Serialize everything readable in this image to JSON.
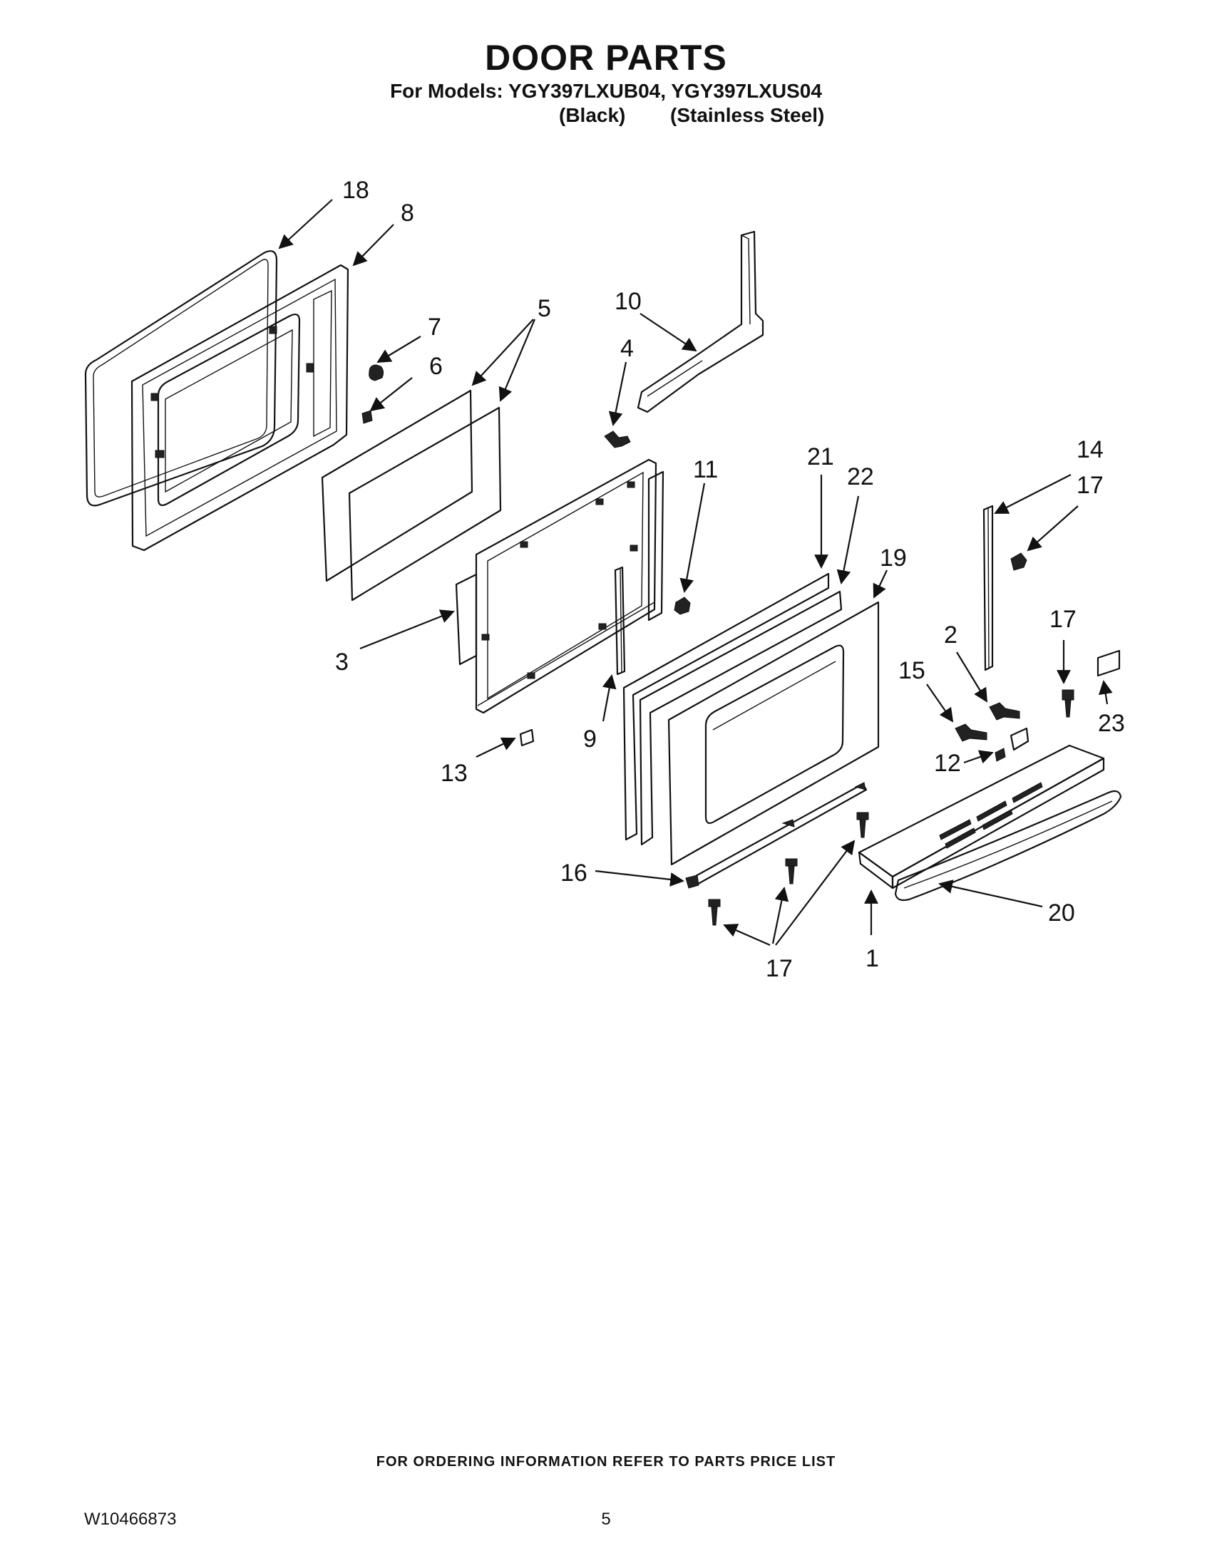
{
  "header": {
    "title": "DOOR PARTS",
    "models_line": "For Models: YGY397LXUB04, YGY397LXUS04",
    "variant_black": "(Black)",
    "variant_stainless": "(Stainless Steel)"
  },
  "callouts": [
    "18",
    "8",
    "7",
    "6",
    "5",
    "10",
    "4",
    "11",
    "21",
    "22",
    "19",
    "14",
    "17",
    "17",
    "3",
    "2",
    "15",
    "9",
    "13",
    "23",
    "12",
    "16",
    "20",
    "17",
    "1"
  ],
  "footer": {
    "ordering_note": "FOR ORDERING INFORMATION REFER TO PARTS PRICE LIST",
    "document_number": "W10466873",
    "page_number": "5"
  }
}
